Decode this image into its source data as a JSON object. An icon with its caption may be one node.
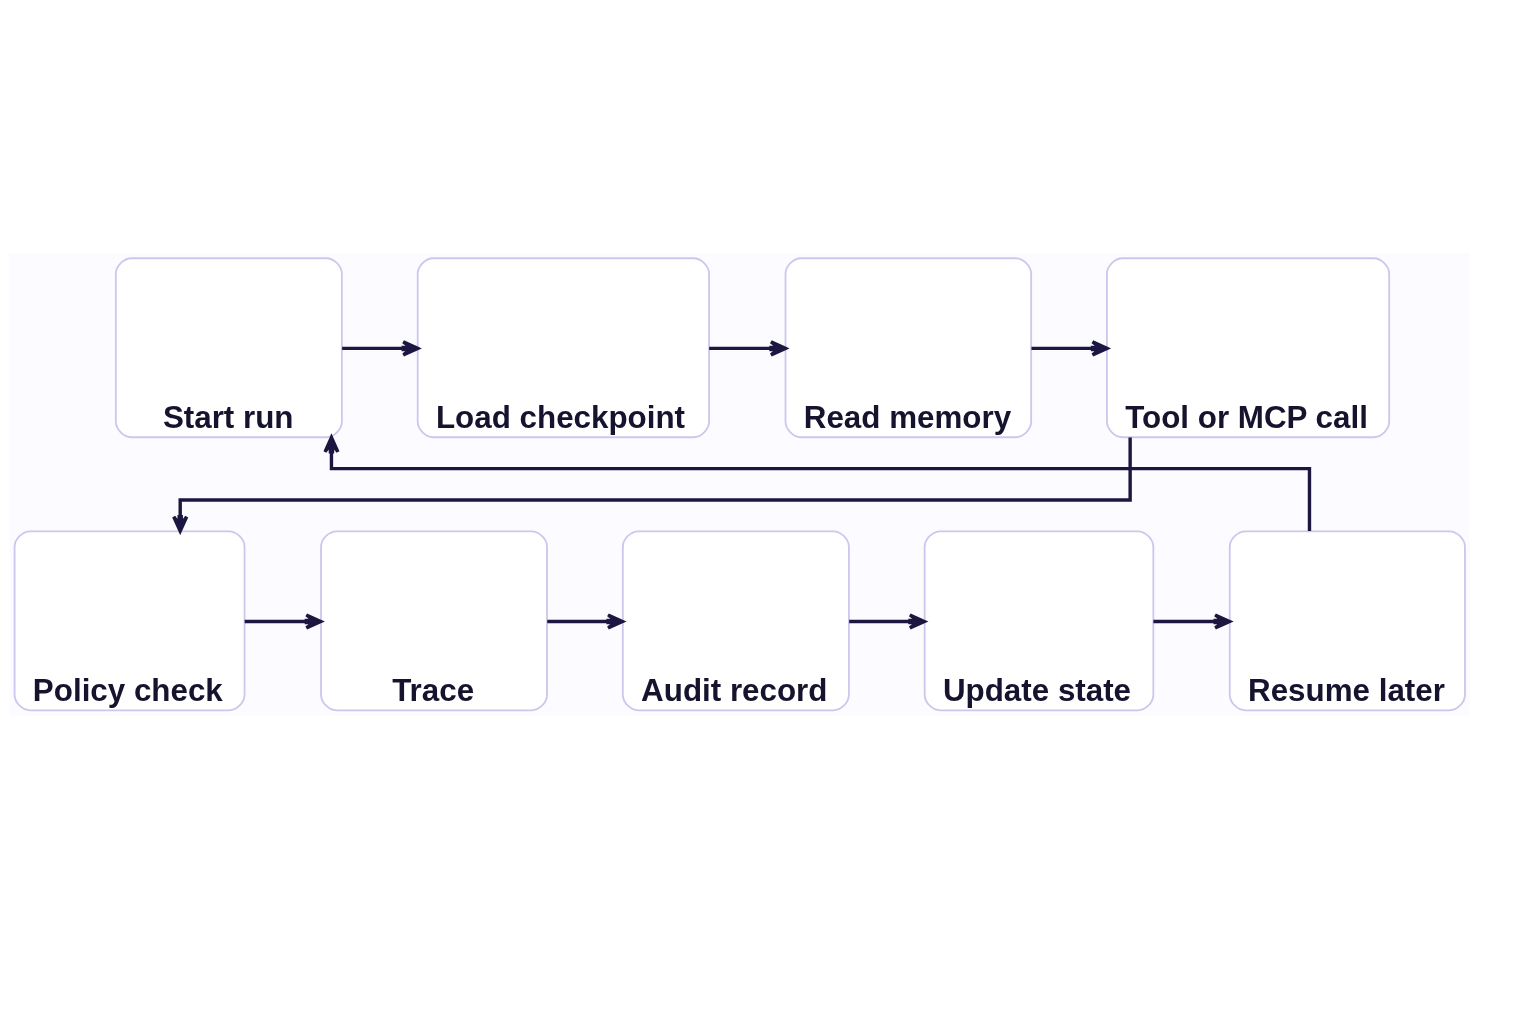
{
  "diagram": {
    "nodes": [
      {
        "text": [
          "Start run"
        ]
      },
      {
        "text": [
          "Load checkpoint"
        ]
      },
      {
        "text": [
          "Read memory"
        ]
      },
      {
        "text": [
          "Tool or MCP call"
        ]
      },
      {
        "text": [
          "Policy check"
        ]
      },
      {
        "text": [
          "Trace"
        ]
      },
      {
        "text": [
          "Audit record"
        ]
      },
      {
        "text": [
          "Update state"
        ]
      },
      {
        "text": [
          "Resume later"
        ]
      }
    ],
    "edges": [
      {
        "from": 0,
        "to": 1,
        "arrow": "to"
      },
      {
        "from": 1,
        "to": 2,
        "arrow": "to"
      },
      {
        "from": 2,
        "to": 3,
        "arrow": "to"
      },
      {
        "from": 3,
        "to": 4,
        "arrow": "to"
      },
      {
        "from": 4,
        "to": 5,
        "arrow": "to"
      },
      {
        "from": 5,
        "to": 6,
        "arrow": "to"
      },
      {
        "from": 6,
        "to": 7,
        "arrow": "to"
      },
      {
        "from": 7,
        "to": 8,
        "arrow": "to"
      },
      {
        "from": 8,
        "to": 0,
        "arrow": "to"
      }
    ]
  }
}
